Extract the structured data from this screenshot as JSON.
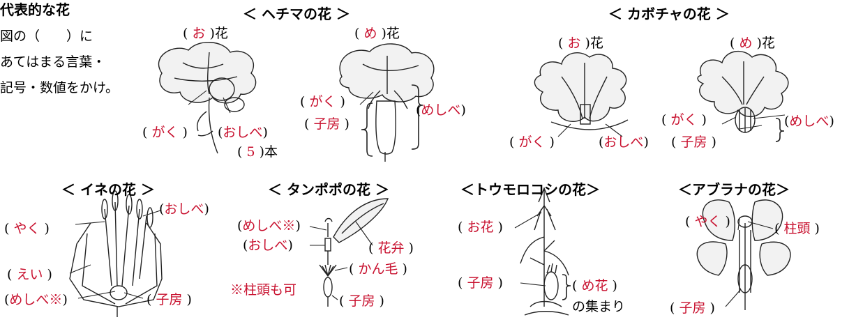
{
  "header": {
    "title": "代表的な花",
    "instructions": [
      "図の（　　）に",
      "あてはまる言葉・",
      "記号・数値をかけ。"
    ]
  },
  "hechima": {
    "heading": "＜ ヘチマの花 ＞",
    "male_label": "お",
    "male_suffix": "花",
    "female_label": "め",
    "female_suffix": "花",
    "gaku_male": "がく",
    "oshibe": "おしべ",
    "count": "5",
    "count_suffix": "本",
    "gaku_female": "がく",
    "shibou": "子房",
    "meshibe": "めしべ"
  },
  "kabocha": {
    "heading": "＜ カボチャの花 ＞",
    "male_label": "お",
    "male_suffix": "花",
    "female_label": "め",
    "female_suffix": "花",
    "gaku_male": "がく",
    "oshibe": "おしべ",
    "gaku_female": "がく",
    "shibou": "子房",
    "meshibe": "めしべ"
  },
  "ine": {
    "heading": "＜ イネの花 ＞",
    "yaku": "やく",
    "oshibe": "おしべ",
    "ei": "えい",
    "meshibe": "めしべ※",
    "shibou": "子房"
  },
  "tanpopo": {
    "heading": "＜ タンポポの花 ＞",
    "meshibe": "めしべ※",
    "oshibe": "おしべ",
    "kaben": "花弁",
    "kanmou": "かん毛",
    "shibou": "子房",
    "note": "※柱頭も可"
  },
  "toumorokoshi": {
    "heading": "＜トウモロコシの花＞",
    "obana": "お花",
    "shibou": "子房",
    "mebana": "め花",
    "group_suffix": "の集まり"
  },
  "aburana": {
    "heading": "＜アブラナの花＞",
    "yaku": "やく",
    "chuutou": "柱頭",
    "shibou": "子房"
  }
}
